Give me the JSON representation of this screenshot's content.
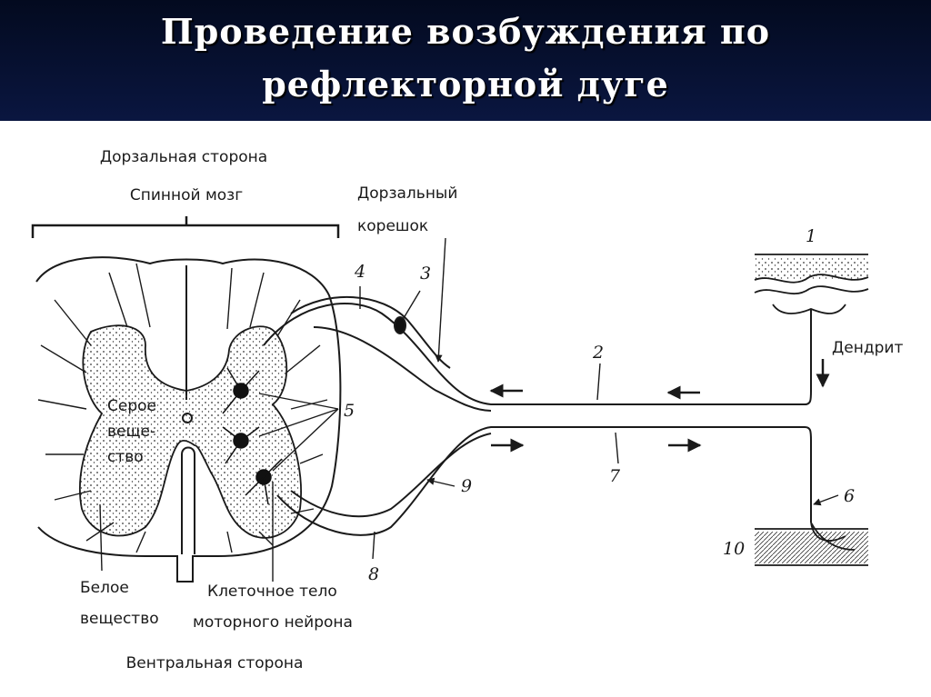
{
  "slide": {
    "title_line1": "Проведение возбуждения по",
    "title_line2": "рефлекторной дуге"
  },
  "labels": {
    "dorsal_side": "Дорзальная сторона",
    "spinal_cord": "Спинной мозг",
    "dorsal_root_1": "Дорзальный",
    "dorsal_root_2": "корешок",
    "dendrite": "Дендрит",
    "gray_1": "Серое",
    "gray_2": "веще-",
    "gray_3": "ство",
    "white_1": "Белое",
    "white_2": "вещество",
    "motor_1": "Клеточное тело",
    "motor_2": "моторного нейрона",
    "ventral_side": "Вентральная сторона"
  },
  "numbers": {
    "n1": "1",
    "n2": "2",
    "n3": "3",
    "n4": "4",
    "n5": "5",
    "n6": "6",
    "n7": "7",
    "n8": "8",
    "n9": "9",
    "n10": "10"
  },
  "colors": {
    "title_bg": "#0a1640",
    "title_text": "#ffffff",
    "ink": "#1a1a1a"
  }
}
